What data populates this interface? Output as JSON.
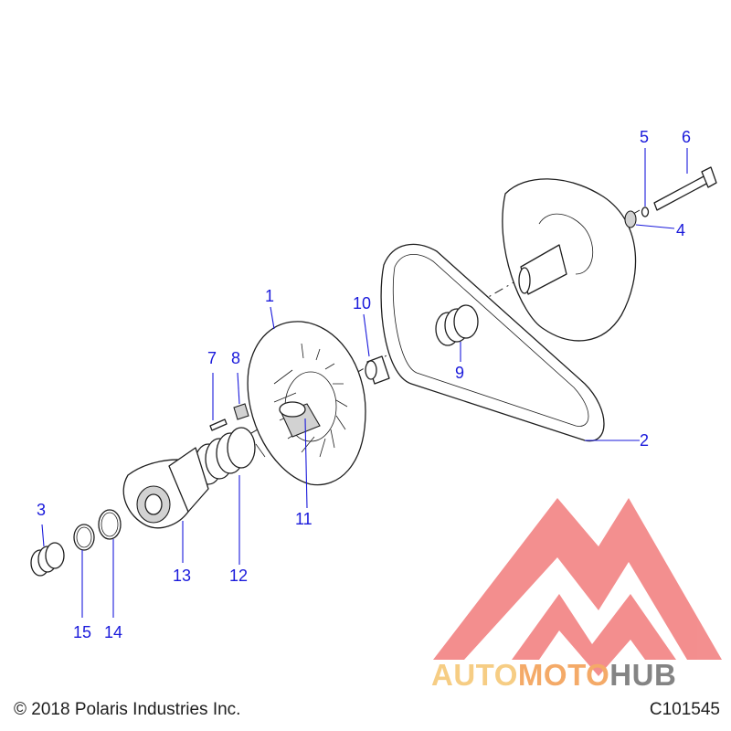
{
  "diagram": {
    "callouts": [
      "1",
      "2",
      "3",
      "4",
      "5",
      "6",
      "7",
      "8",
      "9",
      "10",
      "11",
      "12",
      "13",
      "14",
      "15"
    ]
  },
  "footer": {
    "copyright": "© 2018 Polaris Industries Inc.",
    "drawing_id": "C101545"
  },
  "watermark": {
    "word_part1": "AUTO",
    "word_part2": "MOTO",
    "word_part3": "HUB",
    "colors": {
      "mark": "#f28585",
      "auto": "#f6c97a",
      "moto": "#f4a35c",
      "hub": "#7a7a7a"
    }
  },
  "colors": {
    "callout": "#1a1adb",
    "line": "#1e1e1e"
  }
}
